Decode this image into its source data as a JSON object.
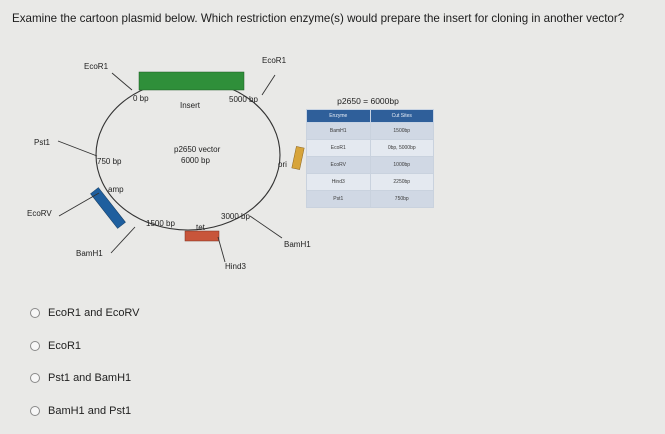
{
  "question": "Examine the cartoon plasmid below. Which restriction enzyme(s) would prepare the insert for cloning in another vector?",
  "plasmid": {
    "name_line1": "p2650 vector",
    "name_line2": "6000 bp",
    "insert_label": "Insert",
    "markers": {
      "zero": "0 bp",
      "five_thousand": "5000 bp",
      "seven_fifty": "750 bp",
      "fifteen_hundred": "1500 bp",
      "three_thousand": "3000 bp"
    },
    "genes": {
      "amp": "amp",
      "tet": "tet",
      "ori": "ori"
    },
    "sites": {
      "ecor1_left": "EcoR1",
      "ecor1_right": "EcoR1",
      "pst1": "Pst1",
      "ecorv": "EcoRV",
      "bamh1_left": "BamH1",
      "bamh1_right": "BamH1",
      "hind3": "Hind3"
    },
    "colors": {
      "insert": "#2f8f3a",
      "amp": "#1f5f9e",
      "tet": "#c8553a",
      "ori": "#d7a43a"
    }
  },
  "cut_table": {
    "title": "p2650 = 6000bp",
    "headers": [
      "Enzyme",
      "Cut Sites"
    ],
    "rows": [
      [
        "BamH1",
        "1500bp"
      ],
      [
        "EcoR1",
        "0bp, 5000bp"
      ],
      [
        "EcoRV",
        "1000bp"
      ],
      [
        "Hind3",
        "2250bp"
      ],
      [
        "Pst1",
        "750bp"
      ]
    ]
  },
  "answers": [
    "EcoR1 and EcoRV",
    "EcoR1",
    "Pst1 and BamH1",
    "BamH1 and Pst1"
  ]
}
